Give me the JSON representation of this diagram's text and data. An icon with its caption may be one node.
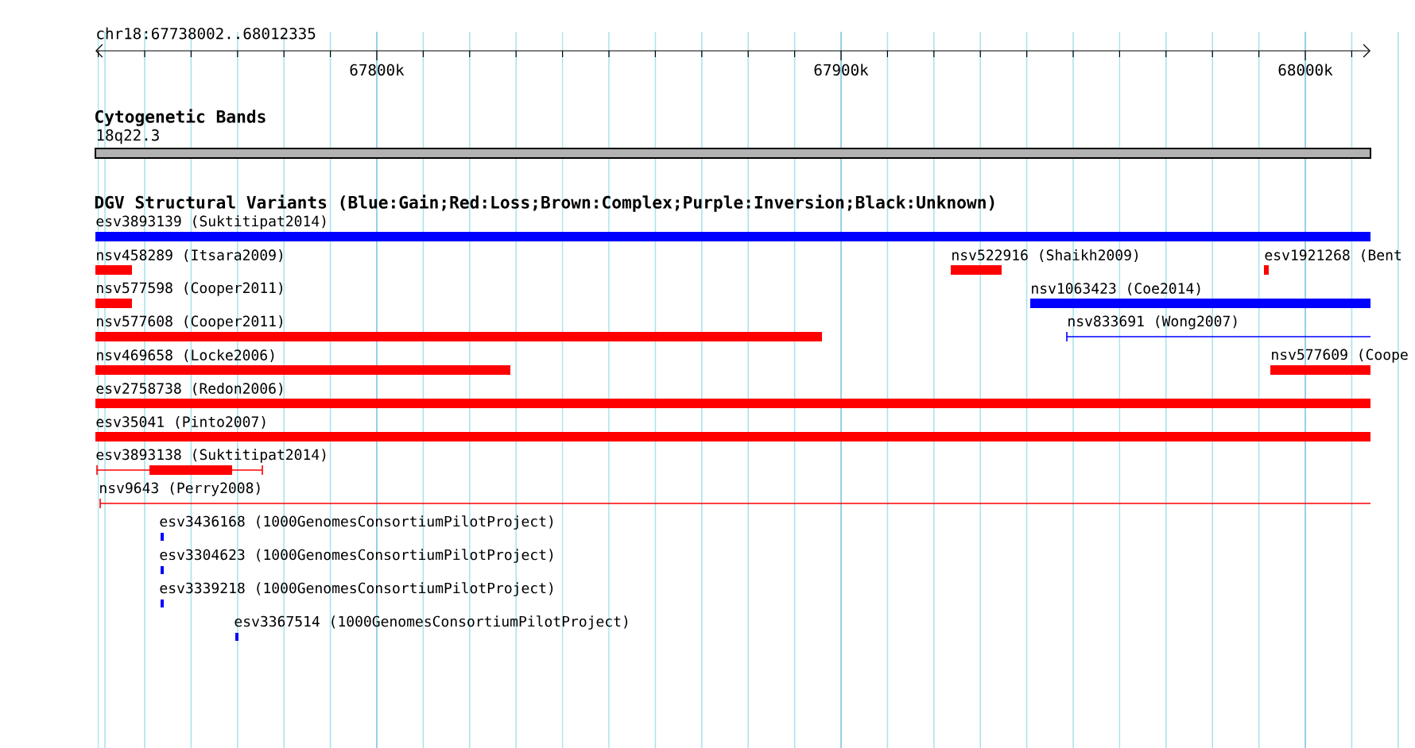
{
  "diagram": {
    "labels": [
      "chr18:67738002..68012335",
      "67800k",
      "67900k",
      "68000k",
      "Cytogenetic Bands",
      "18q22.3",
      "DGV Structural Variants (Blue:Gain;Red:Loss;Brown:Complex;Purple:Inversion;Black:Unknown)",
      "esv3893139 (Suktitipat2014)",
      "nsv458289 (Itsara2009)",
      "nsv522916 (Shaikh2009)",
      "esv1921268 (Bent",
      "nsv577598 (Cooper2011)",
      "nsv1063423 (Coe2014)",
      "nsv577608 (Cooper2011)",
      "nsv833691 (Wong2007)",
      "nsv469658 (Locke2006)",
      "nsv577609 (Coope",
      "esv2758738 (Redon2006)",
      "esv35041 (Pinto2007)",
      "esv3893138 (Suktitipat2014)",
      "nsv9643 (Perry2008)",
      "esv3436168 (1000GenomesConsortiumPilotProject)",
      "esv3304623 (1000GenomesConsortiumPilotProject)",
      "esv3339218 (1000GenomesConsortiumPilotProject)",
      "esv3367514 (1000GenomesConsortiumPilotProject)"
    ]
  }
}
